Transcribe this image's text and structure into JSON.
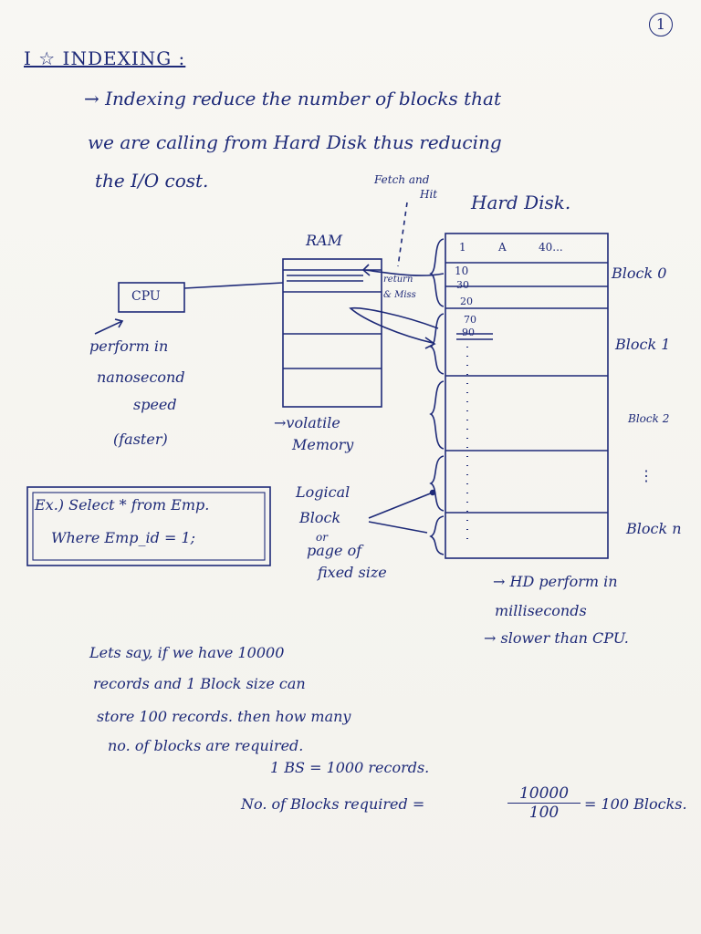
{
  "page_number": "1",
  "heading": "I ☆ INDEXING :",
  "intro": [
    "→ Indexing reduce the number of blocks that",
    "we are calling from Hard Disk thus reducing",
    "the I/O cost."
  ],
  "fetch_and_hit": [
    "Fetch and",
    "Hit"
  ],
  "hard_disk_label": "Hard Disk.",
  "ram_label": "RAM",
  "cpu_label": "CPU",
  "return_miss": [
    "return",
    "& Miss"
  ],
  "cpu_note": [
    "perform in",
    "nanosecond",
    "speed",
    "(faster)"
  ],
  "ram_note": [
    "→volatile",
    "Memory"
  ],
  "disk_rows": {
    "row1": [
      "1",
      "A",
      "40..."
    ],
    "block0_values": [
      "10",
      "30",
      "20"
    ],
    "block1_values": [
      "70",
      "90"
    ]
  },
  "block_labels": [
    "Block 0",
    "Block 1",
    "Block 2",
    "Block n"
  ],
  "vdots": "⋮",
  "example": [
    "Ex.) Select * from Emp.",
    "Where Emp_id = 1;"
  ],
  "logical_block": [
    "Logical",
    "Block",
    "or",
    "page of",
    "fixed size"
  ],
  "hd_note": [
    "→ HD perform in",
    "milliseconds",
    "→ slower than CPU."
  ],
  "problem": [
    "Lets say, if we have 10000",
    "records and 1 Block size can",
    "store 100 records. then how many",
    "no. of blocks are required."
  ],
  "bs_line": "1 BS = 1000 records.",
  "result": {
    "label": "No. of Blocks required =",
    "numerator": "10000",
    "denominator": "100",
    "answer": "= 100 Blocks."
  }
}
